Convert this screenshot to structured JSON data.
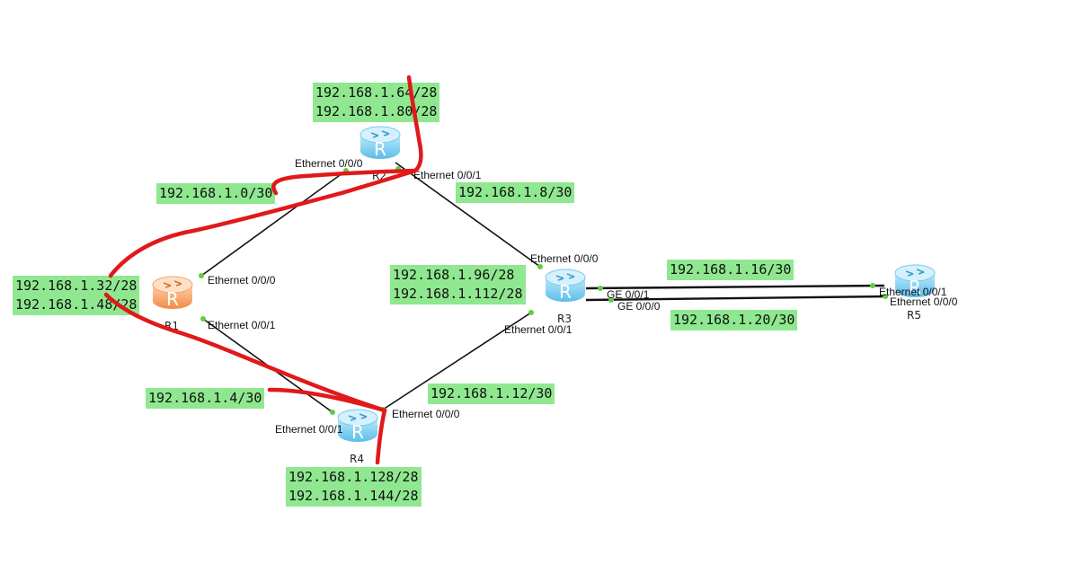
{
  "routers": {
    "r1": {
      "name": "R1",
      "color": "#f5a26a"
    },
    "r2": {
      "name": "R2",
      "color": "#7fd0f5"
    },
    "r3": {
      "name": "R3",
      "color": "#7fd0f5"
    },
    "r4": {
      "name": "R4",
      "color": "#7fd0f5"
    },
    "r5": {
      "name": "R5",
      "color": "#7fd0f5"
    },
    "icon_letter": "R"
  },
  "ports": {
    "r2_e000": "Ethernet 0/0/0",
    "r2_e001": "Ethernet 0/0/1",
    "r1_e000": "Ethernet 0/0/0",
    "r1_e001": "Ethernet 0/0/1",
    "r3_e000": "Ethernet 0/0/0",
    "r3_e001": "Ethernet 0/0/1",
    "r3_ge001": "GE 0/0/1",
    "r3_ge000": "GE 0/0/0",
    "r4_e000": "Ethernet 0/0/0",
    "r4_e001": "Ethernet 0/0/1",
    "r5_e001": "Ethernet 0/0/1",
    "r5_e000": "Ethernet 0/0/0"
  },
  "networks": {
    "r2_lan": [
      "192.168.1.64/28",
      "192.168.1.80/28"
    ],
    "r1_r2": "192.168.1.0/30",
    "r2_r3": "192.168.1.8/30",
    "r1_lan": [
      "192.168.1.32/28",
      "192.168.1.48/28"
    ],
    "r3_lan": [
      "192.168.1.96/28",
      "192.168.1.112/28"
    ],
    "r3_r5_a": "192.168.1.16/30",
    "r3_r5_b": "192.168.1.20/30",
    "r1_r4": "192.168.1.4/30",
    "r3_r4": "192.168.1.12/30",
    "r4_lan": [
      "192.168.1.128/28",
      "192.168.1.144/28"
    ]
  },
  "colors": {
    "link": "#111111",
    "port_dot": "#5fcf3f",
    "highlight_box": "#8fe88f",
    "annotation": "#e0191b"
  }
}
